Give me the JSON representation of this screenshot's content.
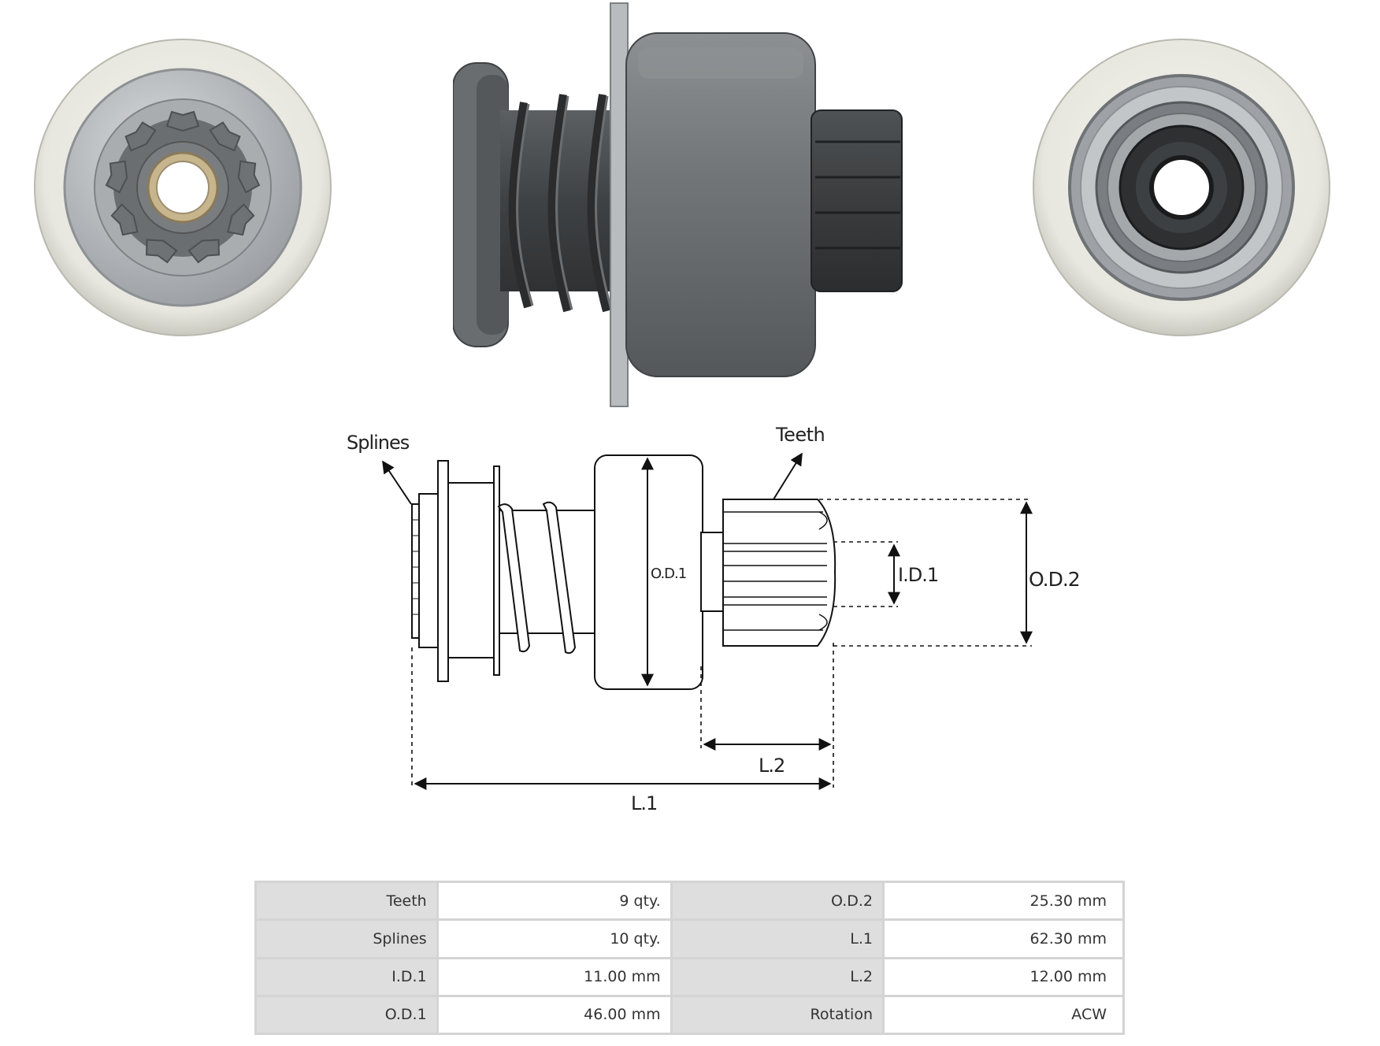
{
  "diagram": {
    "labels": {
      "splines": "Splines",
      "teeth": "Teeth",
      "od1": "O.D.1",
      "id1": "I.D.1",
      "od2": "O.D.2",
      "l2": "L.2",
      "l1": "L.1"
    }
  },
  "specs": {
    "rows": [
      {
        "label1": "Teeth",
        "value1": "9 qty.",
        "label2": "O.D.2",
        "value2": "25.30 mm"
      },
      {
        "label1": "Splines",
        "value1": "10 qty.",
        "label2": "L.1",
        "value2": "62.30 mm"
      },
      {
        "label1": "I.D.1",
        "value1": "11.00 mm",
        "label2": "L.2",
        "value2": "12.00 mm"
      },
      {
        "label1": "O.D.1",
        "value1": "46.00 mm",
        "label2": "Rotation",
        "value2": "ACW"
      }
    ]
  }
}
